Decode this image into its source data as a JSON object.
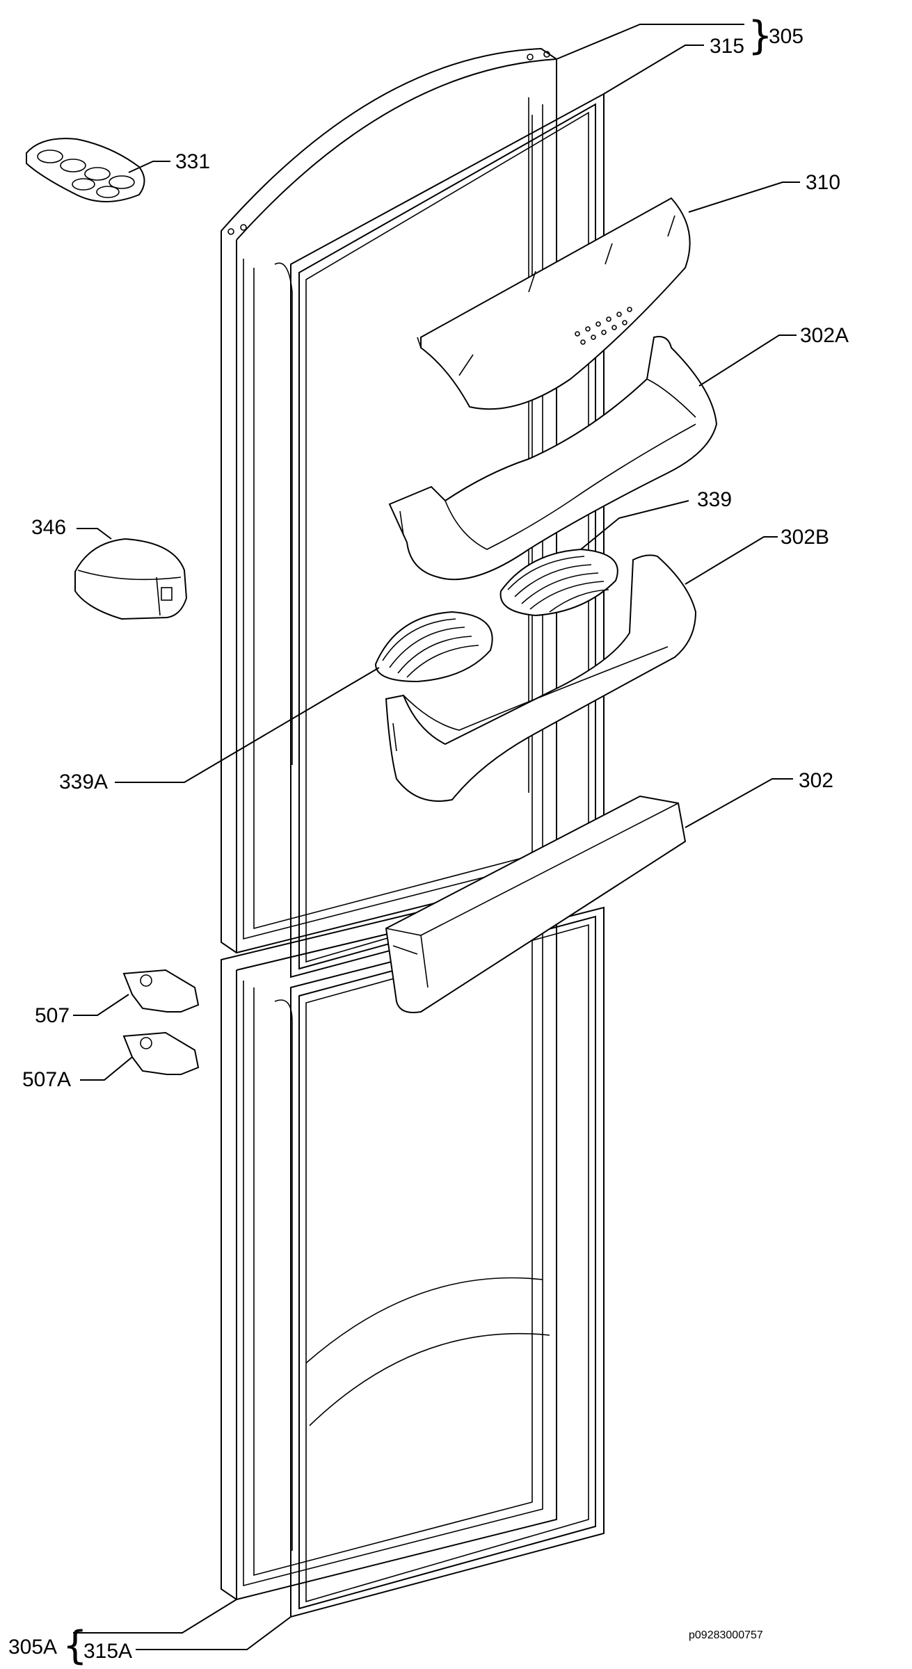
{
  "labels": {
    "l305": "305",
    "l315": "315",
    "l331": "331",
    "l310": "310",
    "l302A": "302A",
    "l339": "339",
    "l346": "346",
    "l302B": "302B",
    "l339A": "339A",
    "l302": "302",
    "l507": "507",
    "l507A": "507A",
    "l305A": "305A",
    "l315A": "315A"
  },
  "doc_code": "p09283000757"
}
